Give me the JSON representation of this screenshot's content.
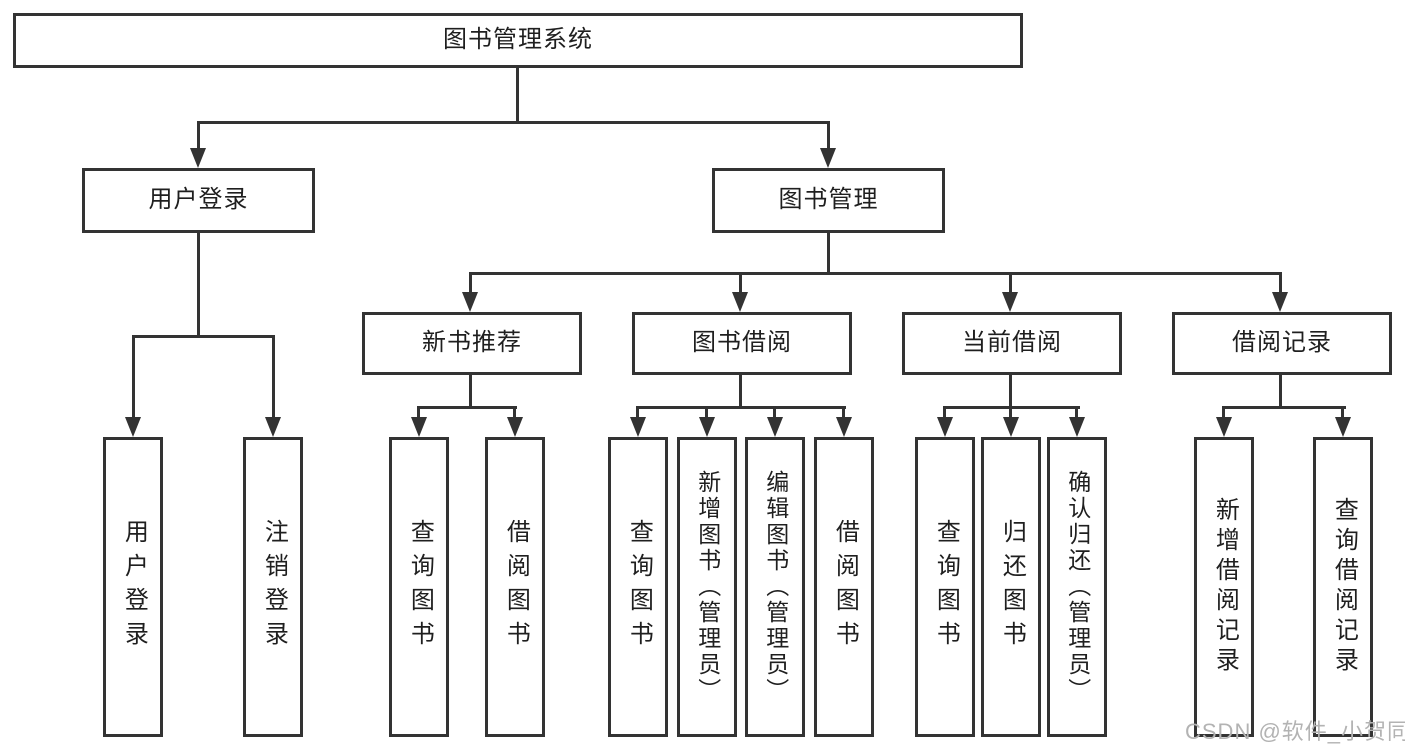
{
  "colors": {
    "line": "#333333",
    "box_border": "#333333",
    "box_fill": "#ffffff",
    "text": "#1f1f1f",
    "watermark": "#b3b3b3",
    "background": "#ffffff"
  },
  "watermark": {
    "text": "CSDN @软件_小贺同学"
  },
  "tree": {
    "root": "图书管理系统",
    "children": [
      {
        "label": "用户登录",
        "children": [
          "用户登录",
          "注销登录"
        ]
      },
      {
        "label": "图书管理",
        "children": [
          {
            "label": "新书推荐",
            "children": [
              "查询图书",
              "借阅图书"
            ]
          },
          {
            "label": "图书借阅",
            "children": [
              "查询图书",
              "新增图书（管理员）",
              "编辑图书（管理员）",
              "借阅图书"
            ]
          },
          {
            "label": "当前借阅",
            "children": [
              "查询图书",
              "归还图书",
              "确认归还（管理员）"
            ]
          },
          {
            "label": "借阅记录",
            "children": [
              "新增借阅记录",
              "查询借阅记录"
            ]
          }
        ]
      }
    ]
  }
}
